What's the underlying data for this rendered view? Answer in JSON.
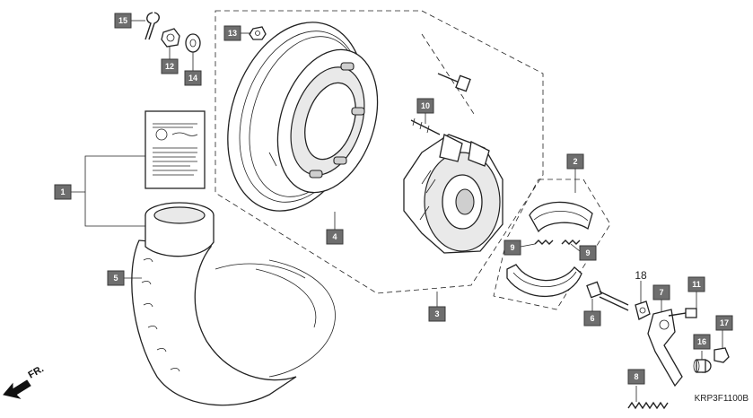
{
  "diagram": {
    "drawing_code": "KRP3F1100B",
    "direction_label": "FR.",
    "callouts": [
      {
        "key": "c1",
        "label": "1"
      },
      {
        "key": "c2",
        "label": "2"
      },
      {
        "key": "c3",
        "label": "3"
      },
      {
        "key": "c4",
        "label": "4"
      },
      {
        "key": "c5",
        "label": "5"
      },
      {
        "key": "c6",
        "label": "6"
      },
      {
        "key": "c7",
        "label": "7"
      },
      {
        "key": "c8",
        "label": "8"
      },
      {
        "key": "c9a",
        "label": "9"
      },
      {
        "key": "c9b",
        "label": "9"
      },
      {
        "key": "c10",
        "label": "10"
      },
      {
        "key": "c11",
        "label": "11"
      },
      {
        "key": "c12",
        "label": "12"
      },
      {
        "key": "c13",
        "label": "13"
      },
      {
        "key": "c14",
        "label": "14"
      },
      {
        "key": "c15",
        "label": "15"
      },
      {
        "key": "c16",
        "label": "16"
      },
      {
        "key": "c17",
        "label": "17"
      }
    ],
    "plain_callouts": [
      {
        "key": "c18",
        "label": "18"
      }
    ]
  }
}
